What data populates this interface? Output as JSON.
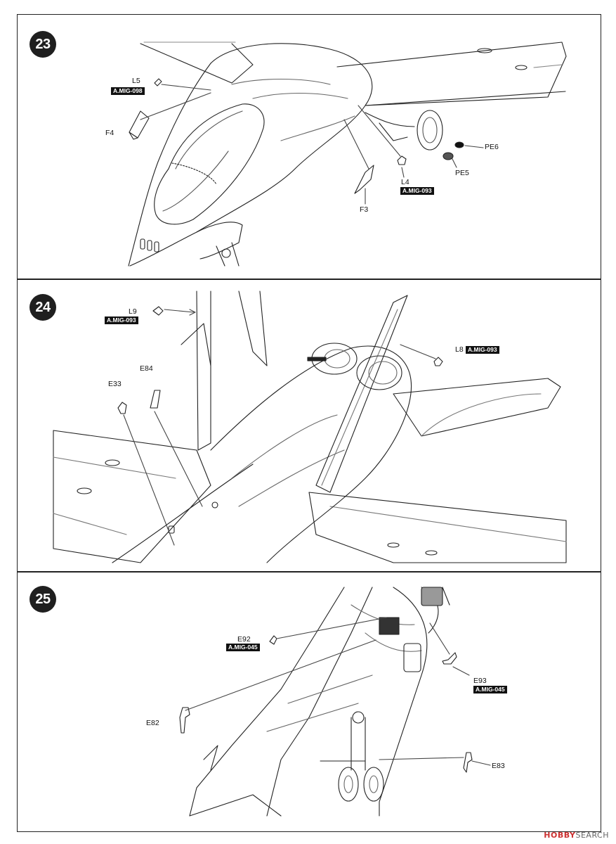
{
  "steps": [
    {
      "number": "23",
      "callouts": {
        "l5": "L5",
        "l5_paint": "A.MIG-098",
        "f4": "F4",
        "pe6": "PE6",
        "pe5": "PE5",
        "l4": "L4",
        "l4_paint": "A.MIG-093",
        "f3": "F3"
      }
    },
    {
      "number": "24",
      "callouts": {
        "l9": "L9",
        "l9_paint": "A.MIG-093",
        "l8": "L8",
        "l8_paint": "A.MIG-093",
        "e84": "E84",
        "e33": "E33"
      }
    },
    {
      "number": "25",
      "callouts": {
        "e92": "E92",
        "e92_paint": "A.MIG-045",
        "e93": "E93",
        "e93_paint": "A.MIG-045",
        "e82": "E82",
        "e83": "E83"
      }
    }
  ],
  "watermark": {
    "brand": "HOBBY",
    "suffix": "SEARCH"
  }
}
